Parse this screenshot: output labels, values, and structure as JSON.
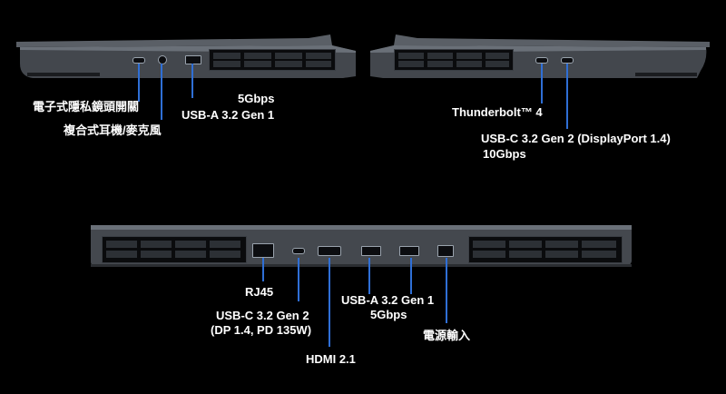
{
  "left_side": {
    "privacy_switch_label": "電子式隱私鏡頭開關",
    "audio_jack_label": "複合式耳機/麥克風",
    "usb_a_speed": "5Gbps",
    "usb_a_label": "USB-A 3.2 Gen 1"
  },
  "right_side": {
    "thunderbolt_label": "Thunderbolt™ 4",
    "usb_c_label": "USB-C 3.2 Gen 2 (DisplayPort 1.4)",
    "usb_c_speed": "10Gbps"
  },
  "rear": {
    "rj45_label": "RJ45",
    "usb_c_line1": "USB-C 3.2 Gen 2",
    "usb_c_line2": "(DP 1.4, PD 135W)",
    "hdmi_label": "HDMI 2.1",
    "usb_a_line1": "USB-A 3.2 Gen 1",
    "usb_a_line2": "5Gbps",
    "power_label": "電源輸入"
  },
  "colors": {
    "background": "#000000",
    "leader_line": "#2f6fd6",
    "chassis": "#4a4e54",
    "text": "#ffffff"
  }
}
